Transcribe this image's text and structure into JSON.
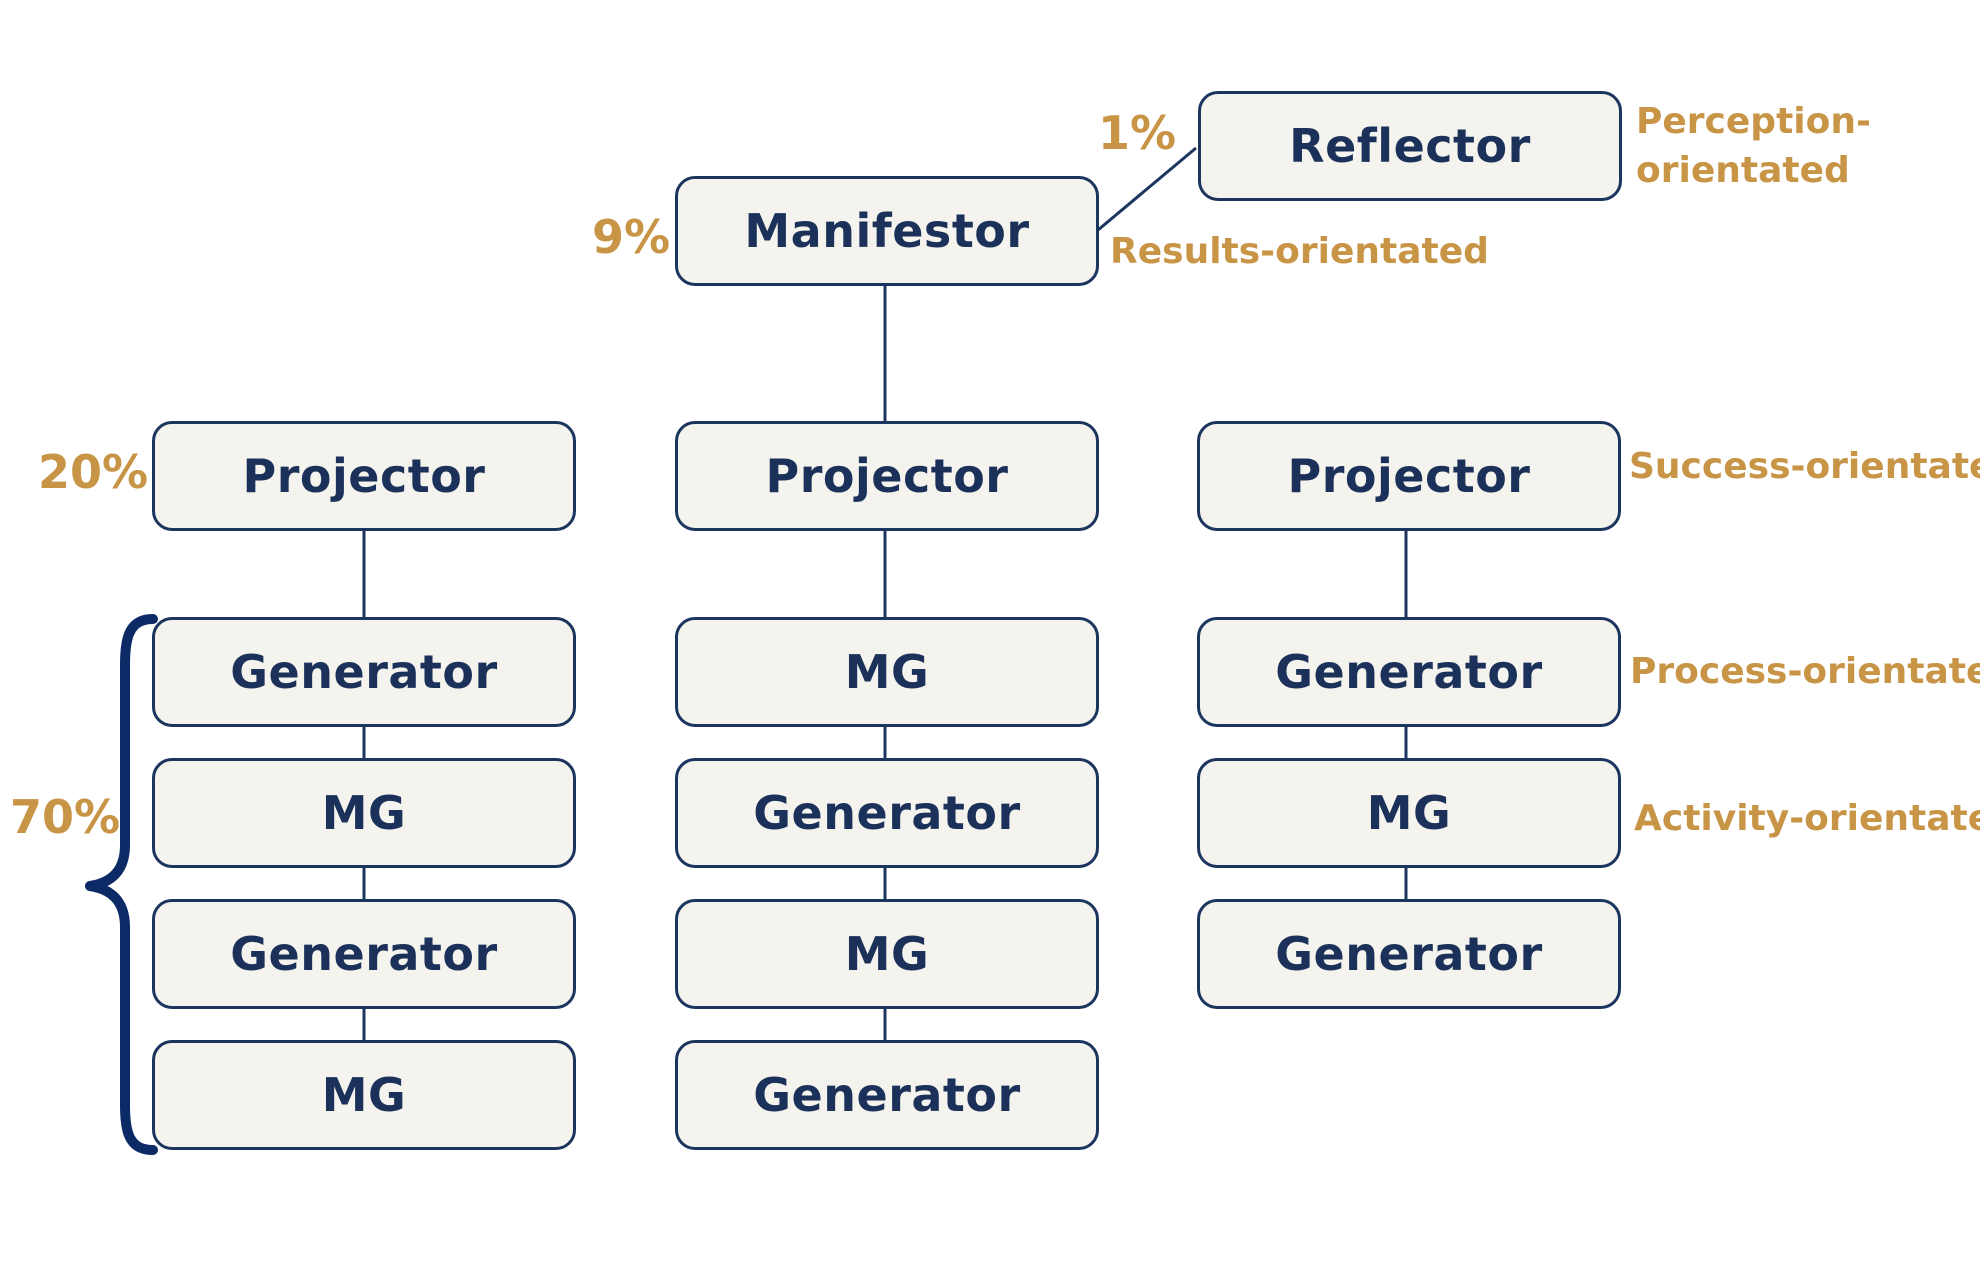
{
  "nodes": {
    "reflector": "Reflector",
    "manifestor": "Manifestor",
    "projector_left": "Projector",
    "projector_mid": "Projector",
    "projector_right": "Projector",
    "left_col": [
      "Generator",
      "MG",
      "Generator",
      "MG"
    ],
    "mid_col": [
      "MG",
      "Generator",
      "MG",
      "Generator"
    ],
    "right_col": [
      "Generator",
      "MG",
      "Generator"
    ]
  },
  "percentages": {
    "reflector": "1%",
    "manifestor": "9%",
    "projector": "20%",
    "generators": "70%"
  },
  "orientations": {
    "reflector_line1": "Perception-",
    "reflector_line2": "orientated",
    "manifestor": "Results-orientated",
    "projector": "Success-orientated",
    "generator": "Process-orientated",
    "mg": "Activity-orientated"
  },
  "colors": {
    "box_border": "#1c355e",
    "box_fill": "#f4f3ee",
    "box_text": "#1b3159",
    "accent": "#c89445",
    "brace": "#0b2a66"
  }
}
